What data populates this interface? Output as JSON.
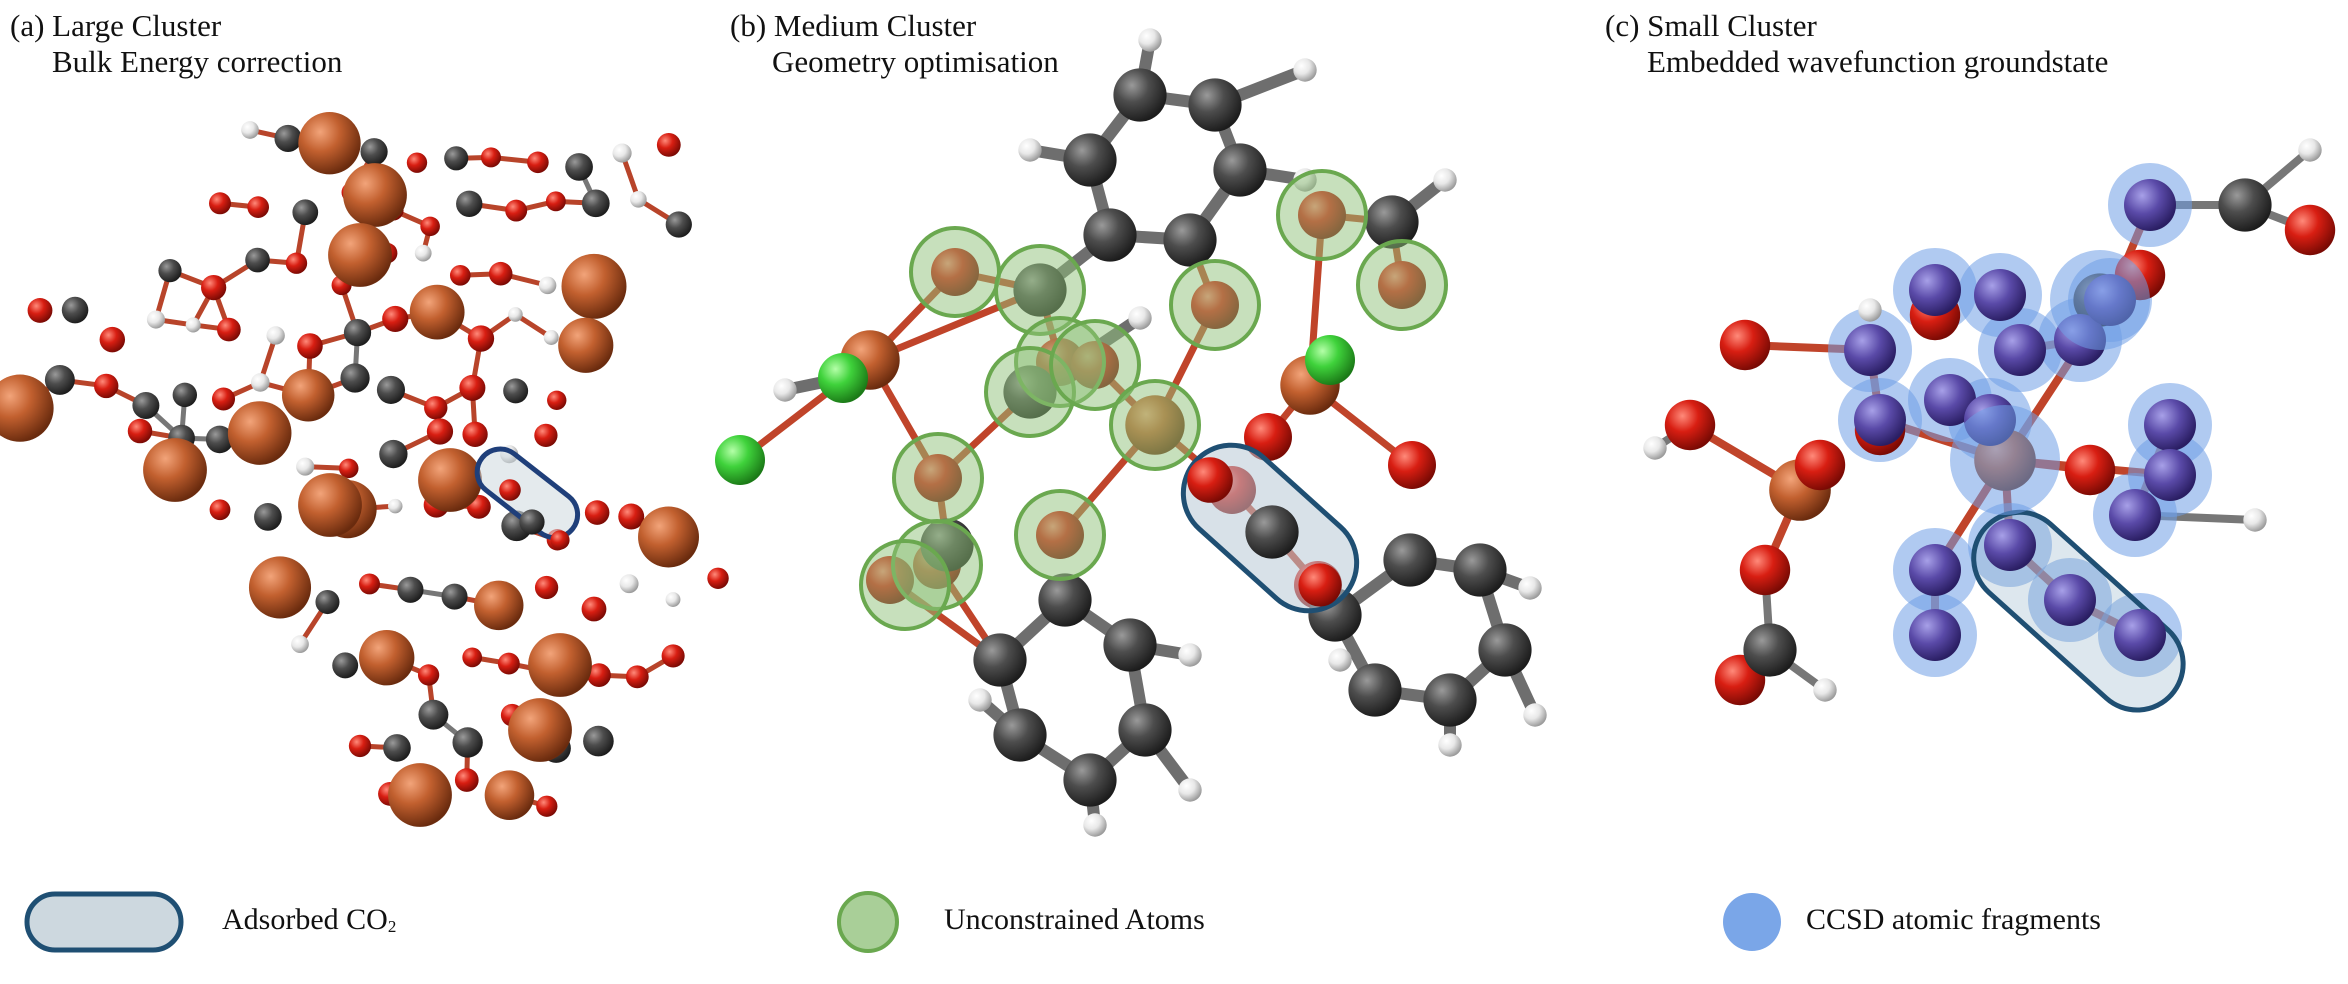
{
  "panels": [
    {
      "letter": "(a)",
      "title": "Large Cluster",
      "subtitle": "Bulk Energy correction"
    },
    {
      "letter": "(b)",
      "title": "Medium Cluster",
      "subtitle": "Geometry optimisation"
    },
    {
      "letter": "(c)",
      "title": "Small Cluster",
      "subtitle": "Embedded wavefunction groundstate"
    }
  ],
  "legend": [
    {
      "label": "Adsorbed CO",
      "subscript": "2",
      "swatch_fill": "#cdd8df",
      "swatch_stroke": "#1f4f73"
    },
    {
      "label": "Unconstrained Atoms",
      "subscript": "",
      "swatch_fill": "#a9cf98",
      "swatch_stroke": "#6aa84f"
    },
    {
      "label": "CCSD atomic fragments",
      "subscript": "",
      "swatch_fill": "#7aa6e8",
      "swatch_stroke": "#7aa6e8"
    }
  ],
  "colors": {
    "oxygen": "#d81e12",
    "carbon": "#4d4d4d",
    "copper": "#c2602f",
    "hydrogen": "#e8e8e8",
    "chlorine": "#3fd23b",
    "bond": "#b8442a",
    "highlight_green": "#8fc17a",
    "highlight_blue": "#6f9fe6",
    "co2_box_stroke": "#1f4f73"
  },
  "atom_icons": [
    "oxygen-atom-icon",
    "carbon-atom-icon",
    "copper-atom-icon",
    "hydrogen-atom-icon",
    "chlorine-atom-icon"
  ]
}
